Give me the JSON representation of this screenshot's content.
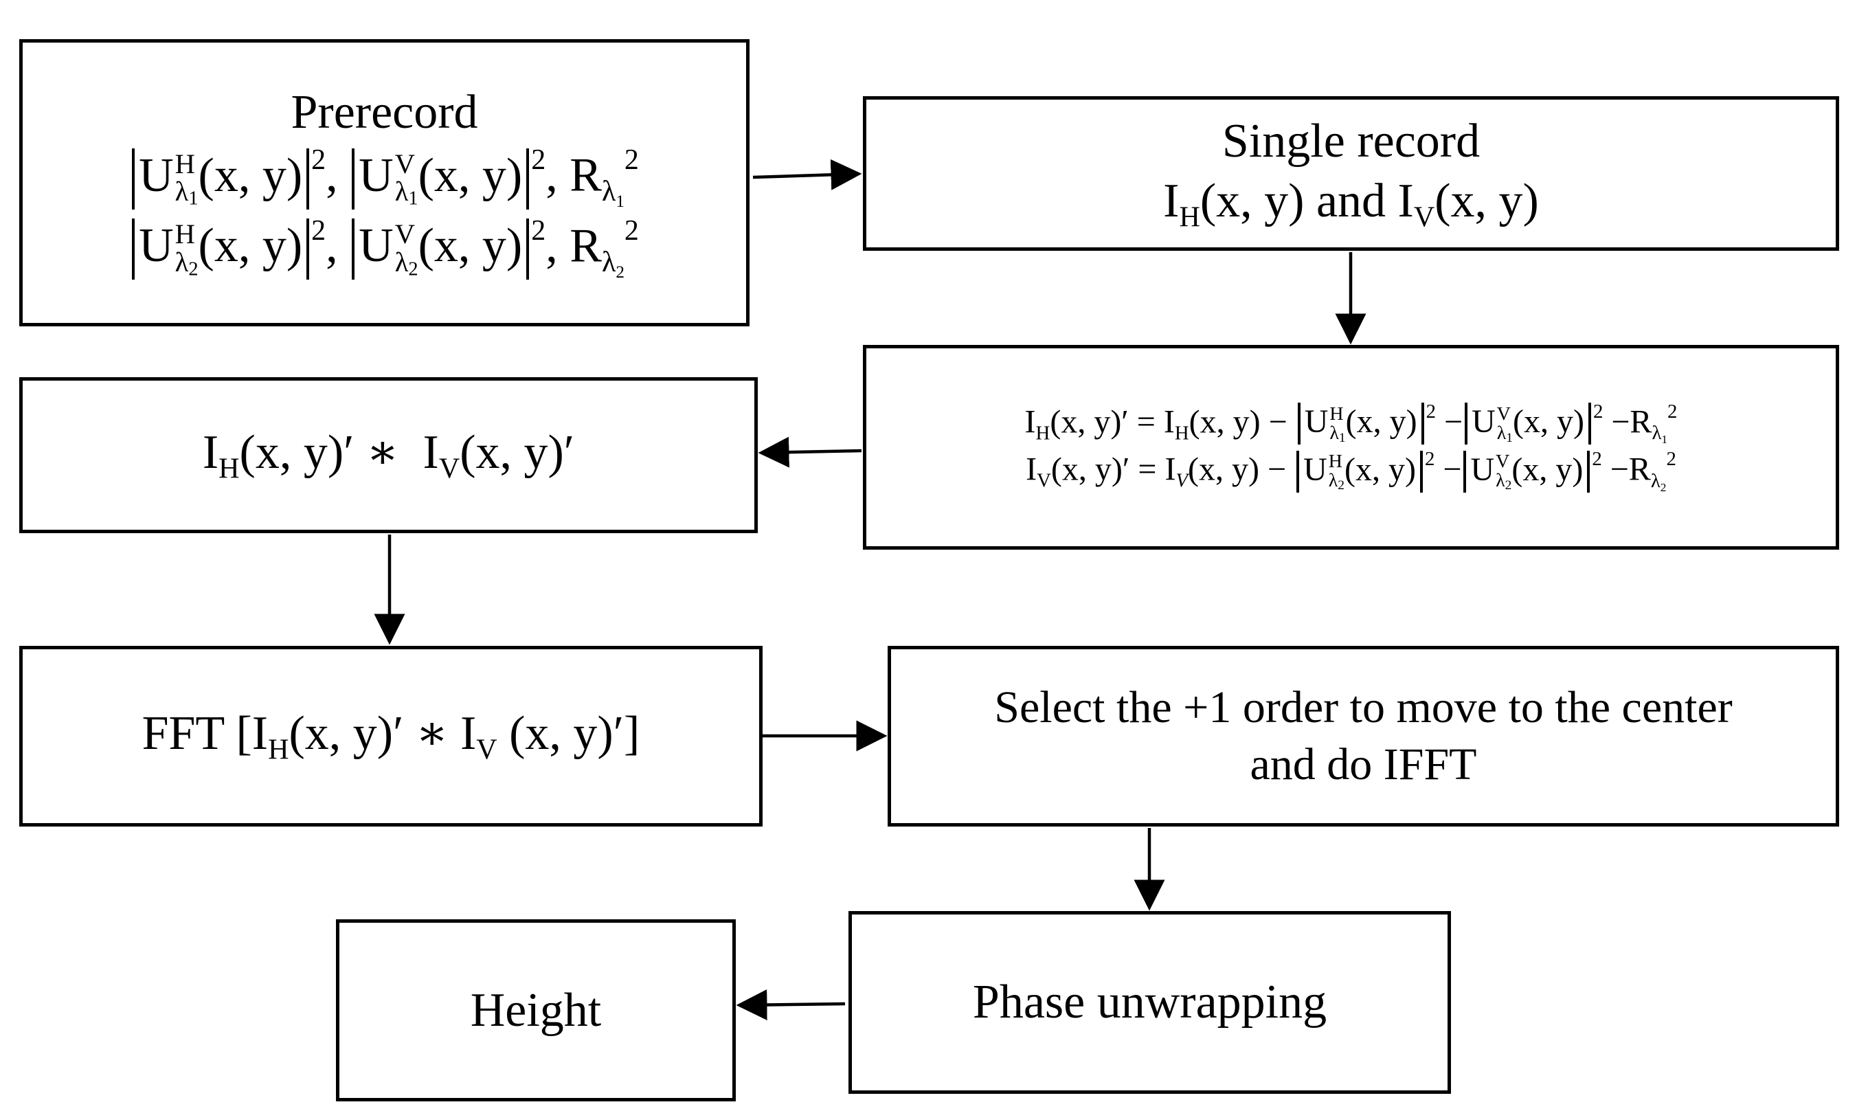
{
  "boxes": {
    "prerecord": {
      "title": "Prerecord",
      "line2": "|U_λ1^H(x, y)|², |U_λ1^V(x, y)|², R_λ1²",
      "line3": "|U_λ2^H(x, y)|², |U_λ2^V(x, y)|², R_λ2²"
    },
    "single_record": {
      "title": "Single record",
      "line2": "I_H(x, y) and I_V(x, y)"
    },
    "subtract": {
      "line1": "I_H(x, y)′ = I_H(x, y) − |U_λ1^H(x, y)|² − |U_λ1^V(x, y)|² − R_λ1²",
      "line2": "I_V(x, y)′ = I_V(x, y) − |U_λ2^H(x, y)|² − |U_λ2^V(x, y)|² − R_λ2²"
    },
    "product": {
      "line1": "I_H(x, y)′ ∗ I_V(x, y)′"
    },
    "fft": {
      "line1": "FFT [I_H(x, y)′ ∗ I_V (x, y)′]"
    },
    "select": {
      "line1": "Select the +1 order to move to the center",
      "line2": "and do IFFT"
    },
    "phase": {
      "line1": "Phase unwrapping"
    },
    "height": {
      "line1": "Height"
    }
  }
}
